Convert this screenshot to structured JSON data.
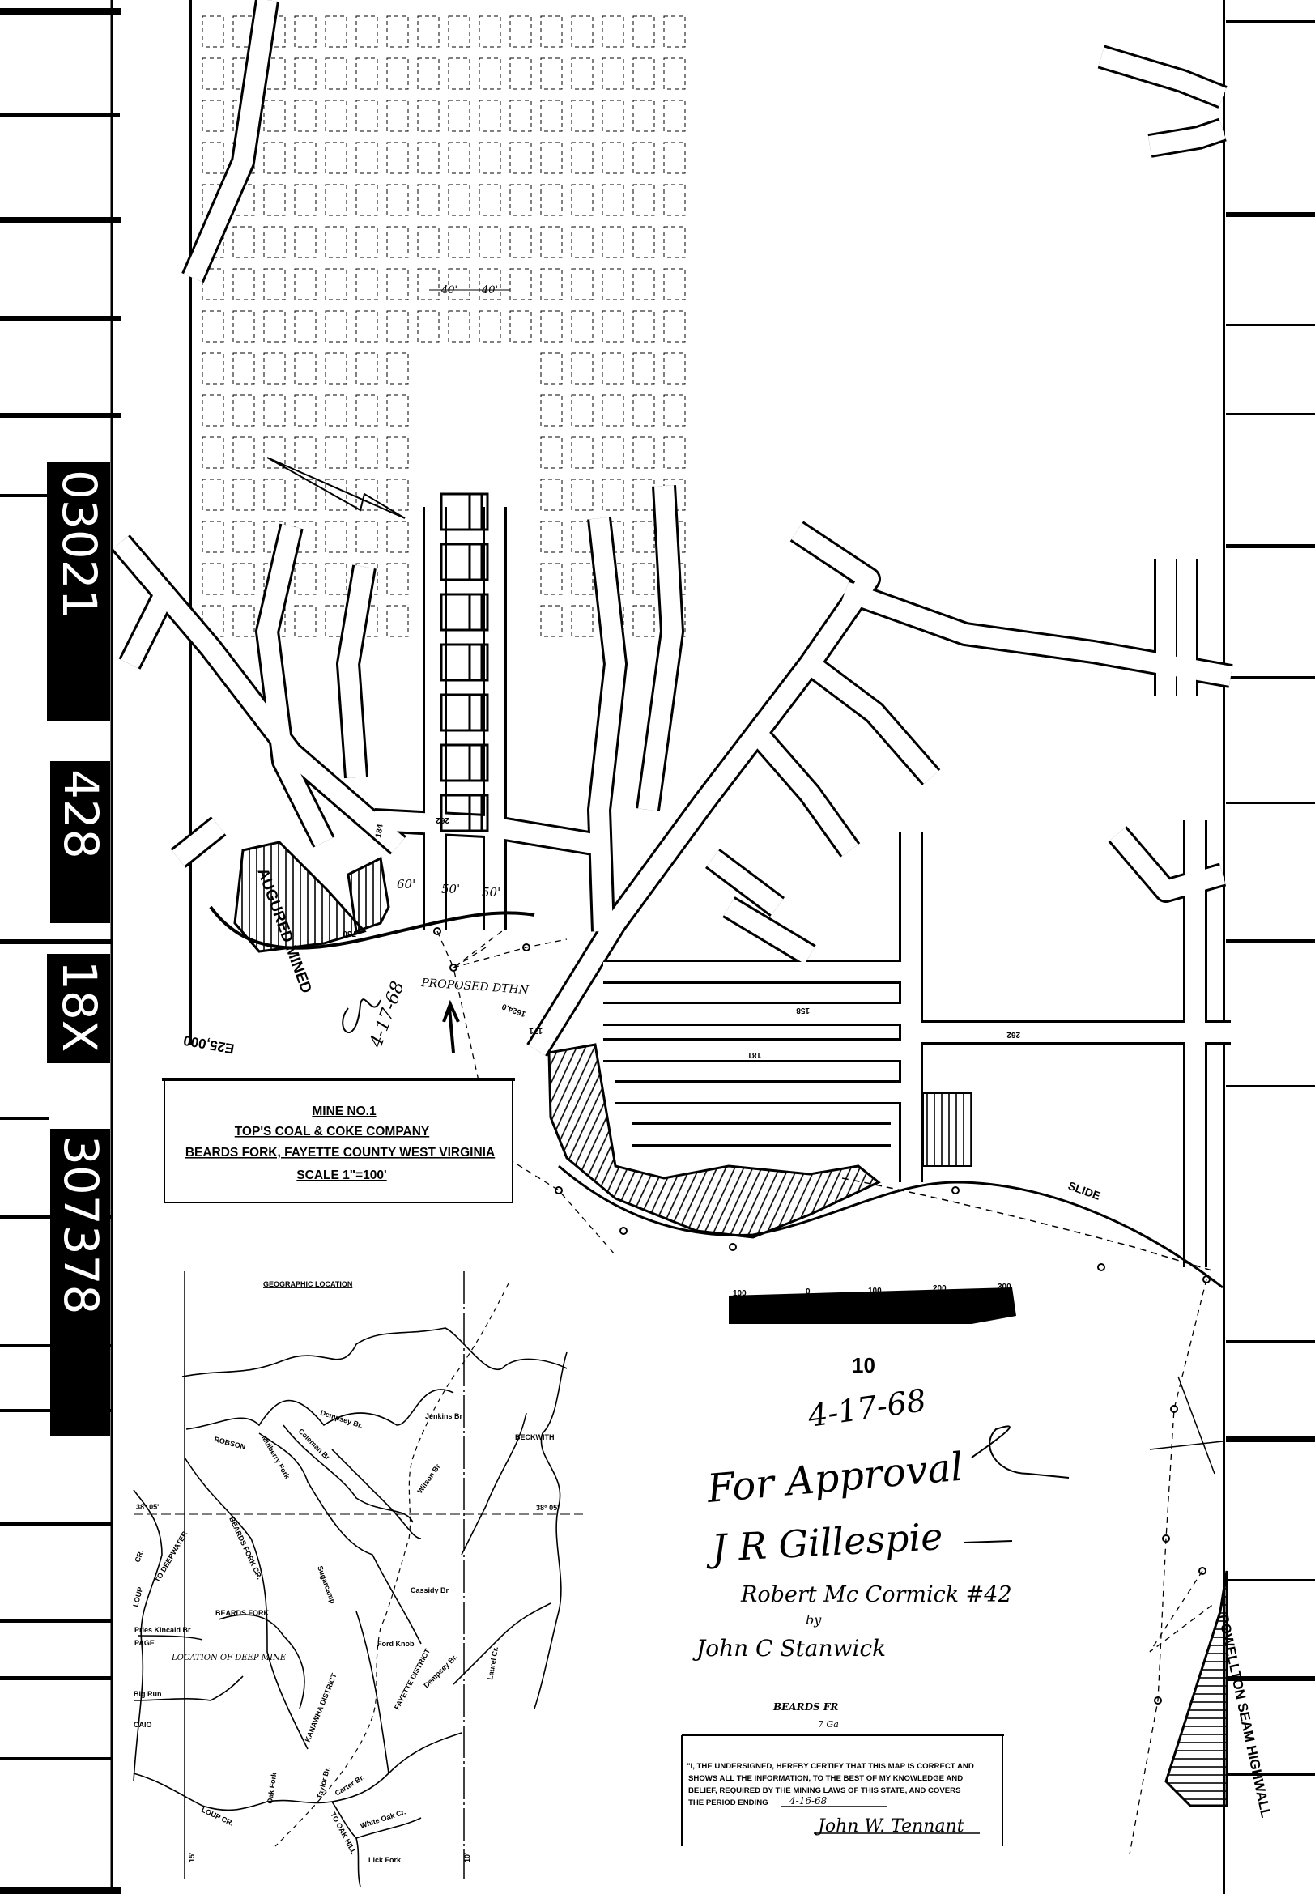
{
  "film_strip": {
    "numbers": [
      "03021",
      "428",
      "18X",
      "307378"
    ]
  },
  "title_block": {
    "line1": "MINE NO.1",
    "line2": "TOP'S COAL & COKE COMPANY",
    "line3": "BEARDS FORK, FAYETTE COUNTY WEST VIRGINIA",
    "line4": "SCALE 1\"=100'"
  },
  "map_labels": {
    "augured_mined": "AUGURED MINED",
    "proposed": "PROPOSED DTHN",
    "easting": "E25,000",
    "slide": "SLIDE",
    "highwall": "POWELLTON SEAM HIGHWALL",
    "dim_60": "60'",
    "dim_50a": "50'",
    "dim_50b": "50'",
    "dim_40a": "40'",
    "dim_40b": "40'",
    "handwritten_date": "4-17-68",
    "stations": [
      "262",
      "730",
      "184",
      "171",
      "1624.0",
      "158",
      "181",
      "262"
    ]
  },
  "scale_bar": {
    "ticks": [
      "100",
      "0",
      "100",
      "200",
      "300"
    ]
  },
  "geographic_location": {
    "title": "GEOGRAPHIC LOCATION",
    "labels": {
      "robson": "ROBSON",
      "beckwith": "BECKWITH",
      "dempsey_br": "Dempsey Br.",
      "jenkins_br": "Jenkins Br",
      "mulberry_fork": "Mulberry Fork",
      "coleman_br": "Coleman Br",
      "wilson_br": "Wilson Br",
      "to_deepwater": "TO DEEPWATER",
      "beards_fork_cr": "BEARDS FORK CR.",
      "beards_fork": "BEARDS FORK",
      "lat_left": "38° 05'",
      "lat_right": "38° 05'",
      "cassidy_br": "Cassidy Br",
      "sugarcamp": "Sugarcamp",
      "pries_kincaid": "Pries Kincaid Br",
      "page": "PAGE",
      "location_deep_mine": "LOCATION OF DEEP MINE",
      "big_run": "Big Run",
      "caio": "CAIO",
      "kanawha_district": "KANAWHA DISTRICT",
      "fayette_district": "FAYETTE DISTRICT",
      "ford_knob": "Ford Knob",
      "dempsey_br2": "Dempsey Br.",
      "laurel_cr": "Laurel Cr.",
      "taylor_br": "Taylor Br.",
      "carter_br": "Carter Br.",
      "oak_fork": "Oak Fork",
      "loup_cr": "LOUP CR.",
      "loup": "LOUP",
      "to_oak_hill": "TO OAK HILL",
      "white_oak_cr": "White Oak Cr.",
      "lick_fork": "Lick Fork",
      "cr": "CR.",
      "lon_left": "15'",
      "lon_right": "10'"
    }
  },
  "approval": {
    "date": "4-17-68",
    "for_approval": "For Approval",
    "approver": "J R Gillespie",
    "inspector": "Robert Mc Cormick #42",
    "by": "by",
    "surveyor": "John C Stanwick",
    "note_line1": "BEARDS FR",
    "note_line2": "7 Ga",
    "north_mark": "10"
  },
  "certification": {
    "text_line1": "\"I, THE UNDERSIGNED, HEREBY CERTIFY THAT THIS MAP IS CORRECT AND",
    "text_line2": "SHOWS ALL THE INFORMATION, TO THE BEST OF MY KNOWLEDGE AND",
    "text_line3": "BELIEF, REQUIRED BY THE MINING LAWS OF THIS STATE, AND COVERS",
    "text_line4": "THE PERIOD ENDING",
    "period_ending": "4-16-68",
    "signature": "John W. Tennant"
  }
}
